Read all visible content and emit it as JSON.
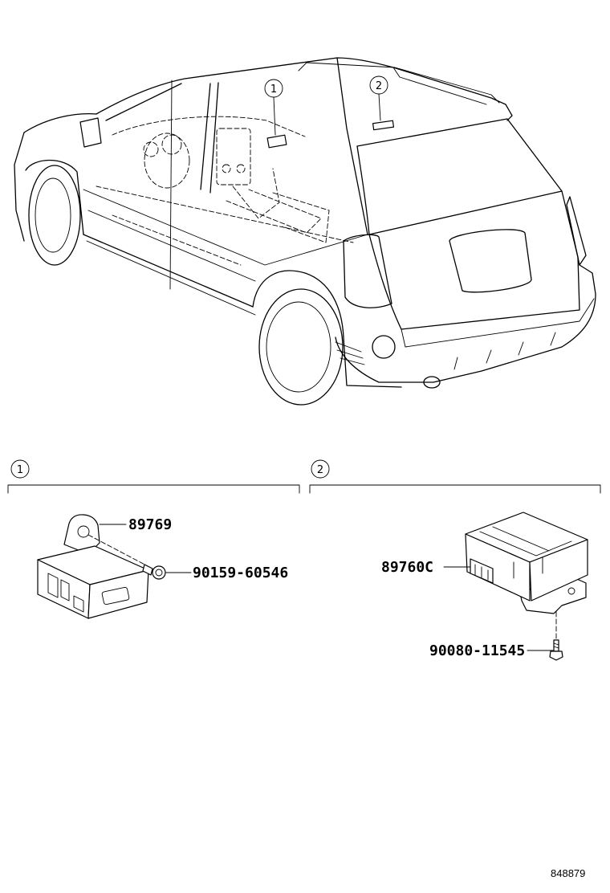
{
  "callouts": [
    {
      "label": "1"
    },
    {
      "label": "2"
    }
  ],
  "sections": [
    {
      "label": "1",
      "parts": [
        {
          "number": "89769"
        },
        {
          "number": "90159-60546"
        }
      ]
    },
    {
      "label": "2",
      "parts": [
        {
          "number": "89760C"
        },
        {
          "number": "90080-11545"
        }
      ]
    }
  ],
  "figure_id": "848879",
  "colors": {
    "line": "#000000",
    "background": "#ffffff"
  }
}
